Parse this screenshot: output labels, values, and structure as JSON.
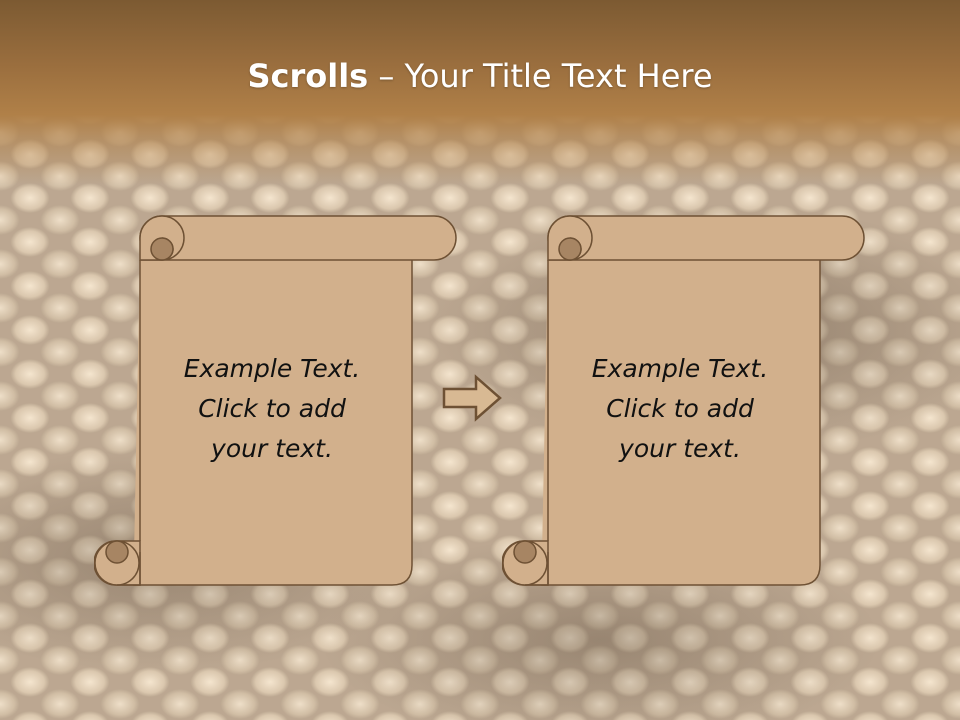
{
  "title": {
    "bold": "Scrolls",
    "dash": " – ",
    "rest": "Your Title Text Here"
  },
  "scrolls": [
    {
      "line1": "Example  Text.",
      "line2": "Click  to add",
      "line3": "your text."
    },
    {
      "line1": "Example  Text.",
      "line2": "Click  to add",
      "line3": "your text."
    }
  ],
  "colors": {
    "header": "#9a6e3e",
    "scroll_fill": "#d2b08c",
    "scroll_stroke": "#6e5134",
    "scroll_curl": "#a78563"
  },
  "icons": {
    "arrow": "right-arrow-icon"
  }
}
